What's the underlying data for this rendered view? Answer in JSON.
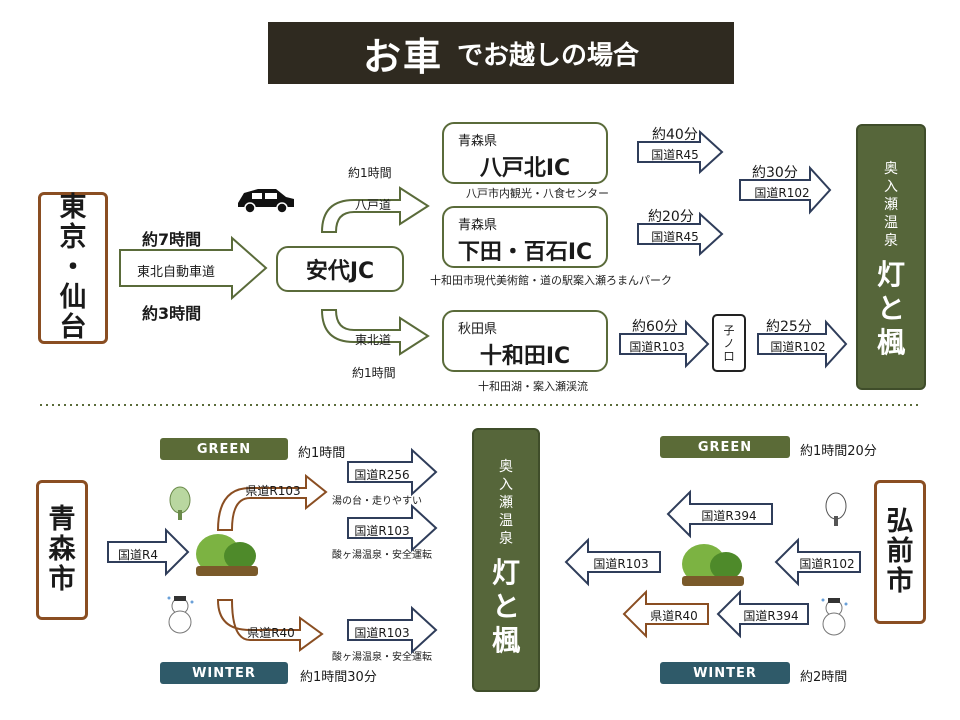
{
  "title": {
    "main": "お車",
    "sub": "でお越しの場合"
  },
  "colors": {
    "brown": "#8a4e22",
    "dark_green": "#56663a",
    "green_season": "#5b6b37",
    "winter": "#2f5a69"
  },
  "top": {
    "origin": [
      "東",
      "京",
      "・",
      "仙",
      "台"
    ],
    "time_top": "約7時間",
    "highway": "東北自動車道",
    "time_bottom": "約3時間",
    "junction": "安代JC",
    "branch_upper_label": "八戸道",
    "branch_upper_time": "約1時間",
    "branch_lower_label": "東北道",
    "branch_lower_time": "約1時間",
    "ic1": {
      "pref": "青森県",
      "name": "八戸北IC",
      "note": "八戸市内観光・八食センター",
      "time": "約40分",
      "road": "国道R45"
    },
    "ic2": {
      "pref": "青森県",
      "name": "下田・百石IC",
      "note": "十和田市現代美術館・道の駅案入瀬ろまんパーク",
      "time": "約20分",
      "road": "国道R45"
    },
    "ic3": {
      "pref": "秋田県",
      "name": "十和田IC",
      "note": "十和田湖・案入瀬渓流",
      "time": "約60分",
      "road": "国道R103"
    },
    "merge": {
      "time": "約30分",
      "road": "国道R102"
    },
    "nenokuchi": {
      "time": "約25分",
      "road": "国道R102",
      "label": [
        "子",
        "ノ",
        "口"
      ]
    },
    "dest": {
      "small": [
        "奥",
        "入",
        "瀬",
        "温",
        "泉"
      ],
      "big": [
        "灯",
        "と",
        "楓"
      ]
    }
  },
  "left": {
    "city": [
      "青",
      "森",
      "市"
    ],
    "green_label": "GREEN",
    "green_time": "約1時間",
    "winter_label": "WINTER",
    "winter_time": "約1時間30分",
    "road_in": "国道R4",
    "branch_up": "県道R103",
    "branch_down": "県道R40",
    "r1": {
      "road": "国道R256",
      "note": "湯の台・走りやすい"
    },
    "r2": {
      "road": "国道R103",
      "note": "酸ヶ湯温泉・安全運転"
    },
    "r3": {
      "road": "国道R103",
      "note": "酸ヶ湯温泉・安全運転"
    }
  },
  "center_dest": {
    "small": [
      "奥",
      "入",
      "瀬",
      "温",
      "泉"
    ],
    "big": [
      "灯",
      "と",
      "楓"
    ]
  },
  "right": {
    "city": [
      "弘",
      "前",
      "市"
    ],
    "green_label": "GREEN",
    "green_time": "約1時間20分",
    "winter_label": "WINTER",
    "winter_time": "約2時間",
    "r_top": "国道R394",
    "r_in1": "国道R102",
    "r_out": "国道R103",
    "r_in2": "国道R394",
    "r_winter": "県道R40"
  }
}
